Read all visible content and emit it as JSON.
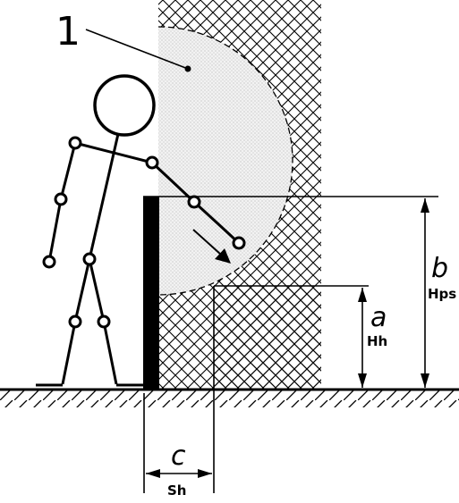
{
  "labels": {
    "callout_number": "1",
    "dim_b_letter": "b",
    "dim_b_text": "Hps",
    "dim_a_letter": "a",
    "dim_a_text": "Hh",
    "dim_c_letter": "c",
    "dim_c_text": "Sh"
  }
}
